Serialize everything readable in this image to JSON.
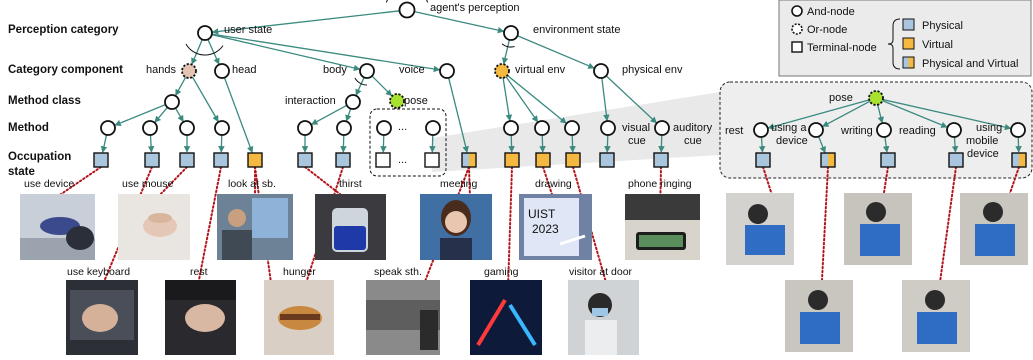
{
  "root": {
    "label": "agent's perception"
  },
  "row_labels": {
    "perception_category": "Perception category",
    "category_component": "Category component",
    "method_class": "Method class",
    "method": "Method",
    "occupation_state_1": "Occupation",
    "occupation_state_2": "state"
  },
  "categories": {
    "user_state": "user state",
    "environment_state": "environment state"
  },
  "components": {
    "hands": "hands",
    "head": "head",
    "body": "body",
    "voice": "voice",
    "virtual_env": "virtual env",
    "physical_env": "physical env"
  },
  "method_class": {
    "interaction": "interaction",
    "pose": "pose"
  },
  "methods": {
    "ellipsis": "...",
    "visual_cue_1": "visual",
    "visual_cue_2": "cue",
    "auditory_cue_1": "auditory",
    "auditory_cue_2": "cue"
  },
  "photo_captions_top": [
    "use device",
    "use mouse",
    "look at sb.",
    "thirst",
    "meeting",
    "drawing",
    "phone ringing"
  ],
  "photo_captions_bottom": [
    "use keyboard",
    "rest",
    "hunger",
    "speak sth.",
    "gaming",
    "visitor at door"
  ],
  "photo_text": {
    "drawing_board_1": "UIST",
    "drawing_board_2": "2023"
  },
  "pose_detail": {
    "title": "pose",
    "rest": "rest",
    "using_device_1": "using a",
    "using_device_2": "device",
    "writing": "writing",
    "reading": "reading",
    "using_mobile_1": "using",
    "using_mobile_2": "mobile",
    "using_mobile_3": "device"
  },
  "legend": {
    "and_node": "And-node",
    "or_node": "Or-node",
    "terminal_node": "Terminal-node",
    "physical": "Physical",
    "virtual": "Virtual",
    "physical_and_virtual": "Physical and Virtual"
  },
  "colors": {
    "edge": "#3a8a80",
    "physical": "#a9c6de",
    "virtual": "#f5b942",
    "or_node_hands": "#e3c4b2",
    "or_node_virtual_env": "#f5b942",
    "or_node_pose": "#a6e22e",
    "dotted_link": "#b3141c",
    "detail_panel": "#eeeeee",
    "legend_bg": "#ebebeb"
  }
}
